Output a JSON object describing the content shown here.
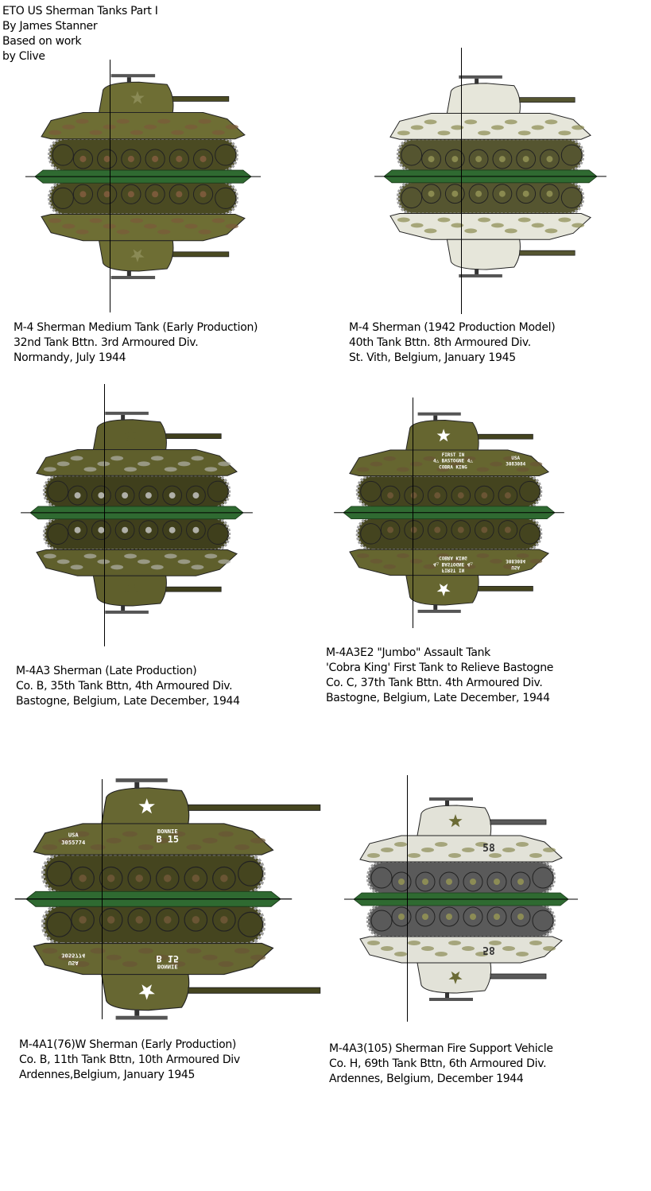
{
  "header": {
    "lines": [
      "ETO US Sherman Tanks Part I",
      "By James Stanner",
      "Based on work",
      "by Clive"
    ]
  },
  "colors": {
    "strip_green": "#2f6a31",
    "track_grey": "#a0a0a0",
    "antenna": "#000000"
  },
  "tanks": [
    {
      "caption": [
        "M-4 Sherman Medium Tank  (Early Production)",
        "32nd Tank Bttn. 3rd Armoured Div.",
        "Normandy, July 1944"
      ],
      "scheme": {
        "hull": "#6e6e34",
        "dark": "#4a4a22",
        "mottle": "#7a5a3a",
        "star": "#8a8a55"
      },
      "markings": []
    },
    {
      "caption": [
        "M-4 Sherman (1942 Production Model)",
        "40th Tank Bttn. 8th Armoured Div.",
        "St. Vith, Belgium, January 1945"
      ],
      "scheme": {
        "hull": "#e6e6da",
        "dark": "#555530",
        "mottle": "#8a8a50",
        "star": "#e6e6da"
      },
      "markings": []
    },
    {
      "caption": [
        "M-4A3 Sherman (Late Production)",
        "Co. B, 35th Tank Bttn, 4th Armoured Div.",
        "Bastogne, Belgium, Late December, 1944"
      ],
      "scheme": {
        "hull": "#5f5f2c",
        "dark": "#3f3f1c",
        "mottle": "#b0b0a8",
        "star": "#5f5f2c"
      },
      "markings": []
    },
    {
      "caption": [
        "M-4A3E2 \"Jumbo\" Assault Tank",
        "'Cobra King' First Tank to Relieve Bastogne",
        "Co. C, 37th Tank Bttn. 4th Armoured Div.",
        "Bastogne, Belgium, Late December, 1944"
      ],
      "scheme": {
        "hull": "#666630",
        "dark": "#44441f",
        "mottle": "#6a5534",
        "star": "#ffffff"
      },
      "markings": [
        "FIRST IN",
        "4△ BASTOGNE 4△",
        "COBRA KING",
        "USA",
        "3083084"
      ]
    },
    {
      "caption": [
        "M-4A1(76)W Sherman (Early Production)",
        "Co. B, 11th Tank Bttn, 10th Armoured Div",
        "Ardennes,Belgium, January 1945"
      ],
      "scheme": {
        "hull": "#676732",
        "dark": "#45451f",
        "mottle": "#6a5534",
        "star": "#ffffff"
      },
      "markings": [
        "BONNIE",
        "B 15",
        "USA",
        "3055774"
      ]
    },
    {
      "caption": [
        "M-4A3(105) Sherman Fire Support Vehicle",
        "Co. H, 69th Tank Bttn, 6th Armoured Div.",
        "Ardennes, Belgium, December 1944"
      ],
      "scheme": {
        "hull": "#e2e2d8",
        "dark": "#5a5a5a",
        "mottle": "#8c8c55",
        "star": "#6b6b35"
      },
      "markings": [
        "58"
      ]
    }
  ]
}
